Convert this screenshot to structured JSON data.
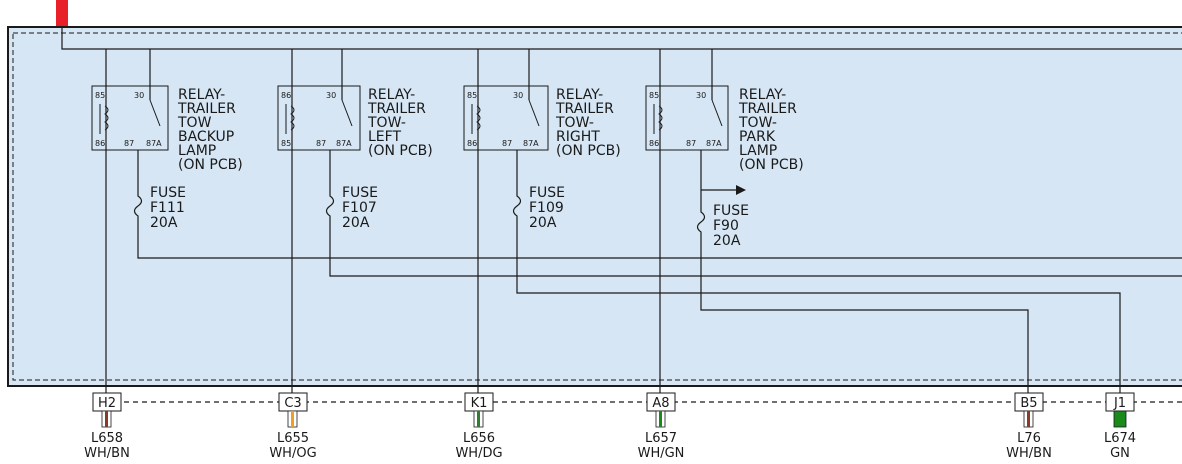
{
  "colors": {
    "module_fill": "#d6e6f4",
    "power_tab": "#e8202a",
    "wire_white": "#ffffff",
    "brown": "#8b3a2a",
    "orange": "#f0a020",
    "dark_green": "#2e7d32",
    "green": "#1a8a1a"
  },
  "relays": [
    {
      "lines": [
        "RELAY-",
        "TRAILER",
        "TOW",
        "BACKUP",
        "LAMP",
        "(ON PCB)"
      ],
      "pins": [
        "85",
        "30",
        "86",
        "87",
        "87A"
      ]
    },
    {
      "lines": [
        "RELAY-",
        "TRAILER",
        "TOW-",
        "LEFT",
        "(ON PCB)"
      ],
      "pins": [
        "86",
        "30",
        "85",
        "87",
        "87A"
      ]
    },
    {
      "lines": [
        "RELAY-",
        "TRAILER",
        "TOW-",
        "RIGHT",
        "(ON PCB)"
      ],
      "pins": [
        "85",
        "30",
        "86",
        "87",
        "87A"
      ]
    },
    {
      "lines": [
        "RELAY-",
        "TRAILER",
        "TOW-",
        "PARK",
        "LAMP",
        "(ON PCB)"
      ],
      "pins": [
        "85",
        "30",
        "86",
        "87",
        "87A"
      ]
    }
  ],
  "fuses": [
    {
      "lines": [
        "FUSE",
        "F111",
        "20A"
      ]
    },
    {
      "lines": [
        "FUSE",
        "F107",
        "20A"
      ]
    },
    {
      "lines": [
        "FUSE",
        "F109",
        "20A"
      ]
    },
    {
      "lines": [
        "FUSE",
        "F90",
        "20A"
      ]
    }
  ],
  "connectors": [
    {
      "pin": "H2",
      "circuit": "L658",
      "color": "WH/BN"
    },
    {
      "pin": "C3",
      "circuit": "L655",
      "color": "WH/OG"
    },
    {
      "pin": "K1",
      "circuit": "L656",
      "color": "WH/DG"
    },
    {
      "pin": "A8",
      "circuit": "L657",
      "color": "WH/GN"
    },
    {
      "pin": "B5",
      "circuit": "L76",
      "color": "WH/BN"
    },
    {
      "pin": "J1",
      "circuit": "L674",
      "color": "GN"
    }
  ]
}
